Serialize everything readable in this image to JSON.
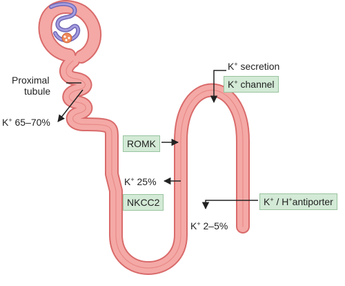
{
  "labels": {
    "proximal_tubule": [
      "Proximal",
      "tubule"
    ],
    "k_proximal": {
      "ion": "K",
      "charge": "+",
      "value": "65–70%"
    },
    "k_secretion": {
      "ion": "K",
      "charge": "+",
      "text": "secretion"
    },
    "k_loop": {
      "ion": "K",
      "charge": "+",
      "value": "25%"
    },
    "k_distal": {
      "ion": "K",
      "charge": "+",
      "value": "2–5%"
    }
  },
  "transporters": {
    "k_channel": {
      "ion": "K",
      "charge": "+",
      "text": "channel"
    },
    "romk": "ROMK",
    "nkcc2": "NKCC2",
    "antiporter": {
      "ion1": "K",
      "charge1": "+",
      "sep": " / ",
      "ion2": "H",
      "charge2": "+",
      "text": "antiporter"
    }
  },
  "colors": {
    "tubule_fill": "#f4a9a6",
    "tubule_outline": "#d96a6a",
    "glomerulus": "#8f87c9",
    "box_fill": "#d3ead6",
    "arrow": "#222222"
  }
}
